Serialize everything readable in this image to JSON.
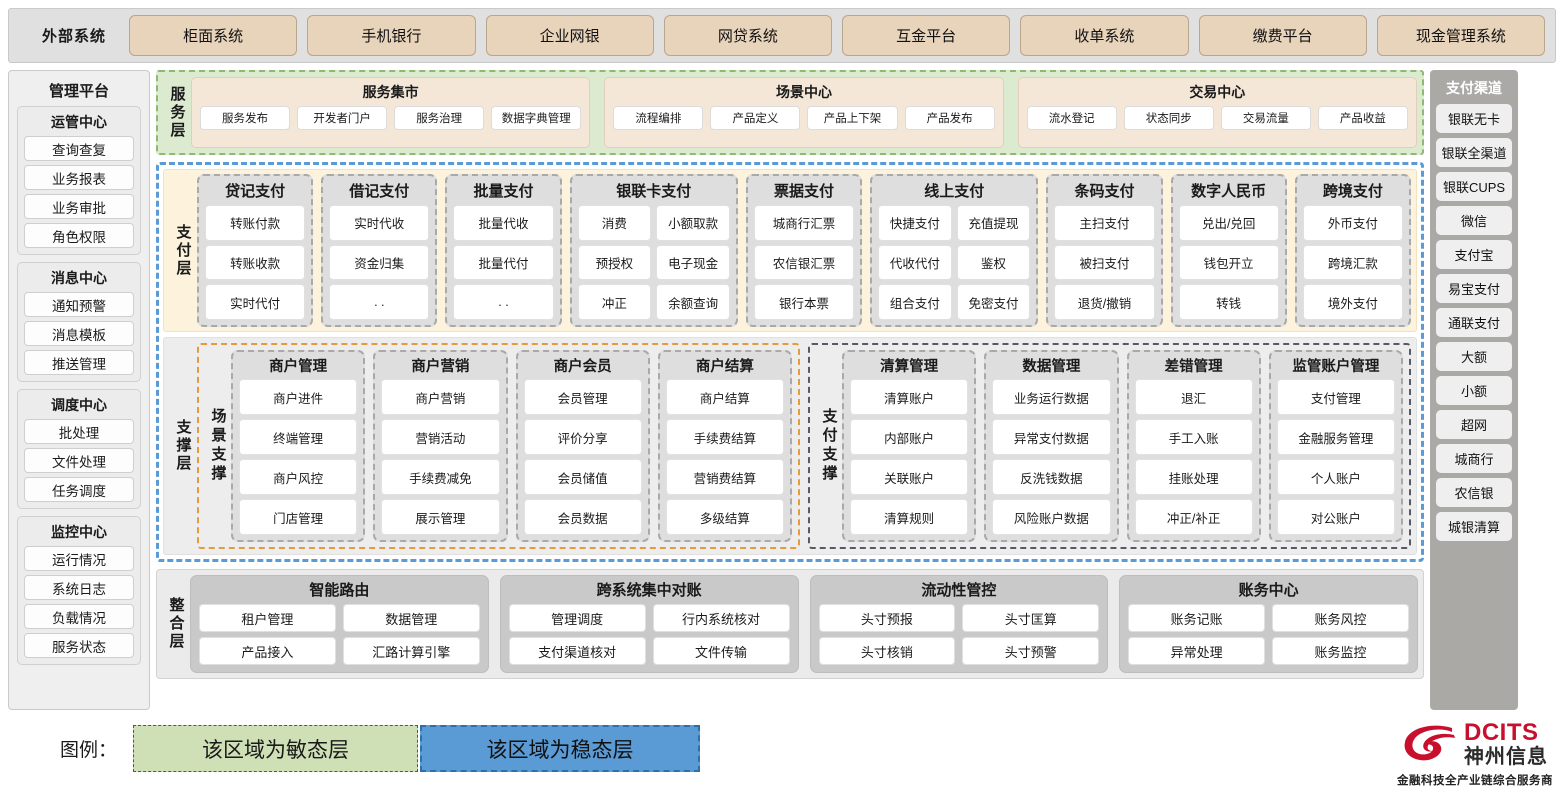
{
  "external": {
    "title": "外部系统",
    "items": [
      "柜面系统",
      "手机银行",
      "企业网银",
      "网贷系统",
      "互金平台",
      "收单系统",
      "缴费平台",
      "现金管理系统"
    ]
  },
  "left_rail": {
    "title": "管理平台",
    "groups": [
      {
        "title": "运管中心",
        "items": [
          "查询查复",
          "业务报表",
          "业务审批",
          "角色权限"
        ]
      },
      {
        "title": "消息中心",
        "items": [
          "通知预警",
          "消息模板",
          "推送管理"
        ]
      },
      {
        "title": "调度中心",
        "items": [
          "批处理",
          "文件处理",
          "任务调度"
        ]
      },
      {
        "title": "监控中心",
        "items": [
          "运行情况",
          "系统日志",
          "负载情况",
          "服务状态"
        ]
      }
    ]
  },
  "right_rail": {
    "title": "支付渠道",
    "items": [
      "银联无卡",
      "银联全渠道",
      "银联CUPS",
      "微信",
      "支付宝",
      "易宝支付",
      "通联支付",
      "大额",
      "小额",
      "超网",
      "城商行",
      "农信银",
      "城银清算"
    ]
  },
  "service_layer": {
    "label": "服务层",
    "groups": [
      {
        "title": "服务集市",
        "items": [
          "服务发布",
          "开发者门户",
          "服务治理",
          "数据字典管理"
        ]
      },
      {
        "title": "场景中心",
        "items": [
          "流程编排",
          "产品定义",
          "产品上下架",
          "产品发布"
        ]
      },
      {
        "title": "交易中心",
        "items": [
          "流水登记",
          "状态同步",
          "交易流量",
          "产品收益"
        ]
      }
    ]
  },
  "payment_layer": {
    "label": "支付层",
    "columns": [
      {
        "title": "贷记支付",
        "cols": 1,
        "items": [
          "转账付款",
          "转账收款",
          "实时代付"
        ]
      },
      {
        "title": "借记支付",
        "cols": 1,
        "items": [
          "实时代收",
          "资金归集",
          ". ."
        ]
      },
      {
        "title": "批量支付",
        "cols": 1,
        "items": [
          "批量代收",
          "批量代付",
          ". ."
        ]
      },
      {
        "title": "银联卡支付",
        "cols": 2,
        "items": [
          "消费",
          "小额取款",
          "预授权",
          "电子现金",
          "冲正",
          "余额查询"
        ]
      },
      {
        "title": "票据支付",
        "cols": 1,
        "items": [
          "城商行汇票",
          "农信银汇票",
          "银行本票"
        ]
      },
      {
        "title": "线上支付",
        "cols": 2,
        "items": [
          "快捷支付",
          "充值提现",
          "代收代付",
          "鉴权",
          "组合支付",
          "免密支付"
        ]
      },
      {
        "title": "条码支付",
        "cols": 1,
        "items": [
          "主扫支付",
          "被扫支付",
          "退货/撤销"
        ]
      },
      {
        "title": "数字人民币",
        "cols": 1,
        "items": [
          "兑出/兑回",
          "钱包开立",
          "转钱"
        ]
      },
      {
        "title": "跨境支付",
        "cols": 1,
        "items": [
          "外币支付",
          "跨境汇款",
          "境外支付"
        ]
      }
    ]
  },
  "support_layer": {
    "label": "支撑层",
    "panels": [
      {
        "sublabel": "场景支撑",
        "columns": [
          {
            "title": "商户管理",
            "items": [
              "商户进件",
              "终端管理",
              "商户风控",
              "门店管理"
            ]
          },
          {
            "title": "商户营销",
            "items": [
              "商户营销",
              "营销活动",
              "手续费减免",
              "展示管理"
            ]
          },
          {
            "title": "商户会员",
            "items": [
              "会员管理",
              "评价分享",
              "会员储值",
              "会员数据"
            ]
          },
          {
            "title": "商户结算",
            "items": [
              "商户结算",
              "手续费结算",
              "营销费结算",
              "多级结算"
            ]
          }
        ]
      },
      {
        "sublabel": "支付支撑",
        "columns": [
          {
            "title": "清算管理",
            "items": [
              "清算账户",
              "内部账户",
              "关联账户",
              "清算规则"
            ]
          },
          {
            "title": "数据管理",
            "items": [
              "业务运行数据",
              "异常支付数据",
              "反洗钱数据",
              "风险账户数据"
            ]
          },
          {
            "title": "差错管理",
            "items": [
              "退汇",
              "手工入账",
              "挂账处理",
              "冲正/补正"
            ]
          },
          {
            "title": "监管账户管理",
            "items": [
              "支付管理",
              "金融服务管理",
              "个人账户",
              "对公账户"
            ]
          }
        ]
      }
    ]
  },
  "integration_layer": {
    "label": "整合层",
    "groups": [
      {
        "title": "智能路由",
        "items": [
          "租户管理",
          "数据管理",
          "产品接入",
          "汇路计算引擎"
        ]
      },
      {
        "title": "跨系统集中对账",
        "items": [
          "管理调度",
          "行内系统核对",
          "支付渠道核对",
          "文件传输"
        ]
      },
      {
        "title": "流动性管控",
        "items": [
          "头寸预报",
          "头寸匡算",
          "头寸核销",
          "头寸预警"
        ]
      },
      {
        "title": "账务中心",
        "items": [
          "账务记账",
          "账务风控",
          "异常处理",
          "账务监控"
        ]
      }
    ]
  },
  "legend": {
    "label": "图例：",
    "agile": "该区域为敏态层",
    "stable": "该区域为稳态层",
    "agile_color": "#cfe0b6",
    "stable_color": "#5b9bd5"
  },
  "logo": {
    "en": "DCITS",
    "cn": "神州信息",
    "tagline": "金融科技全产业链综合服务商",
    "brand_color": "#c8102e"
  }
}
